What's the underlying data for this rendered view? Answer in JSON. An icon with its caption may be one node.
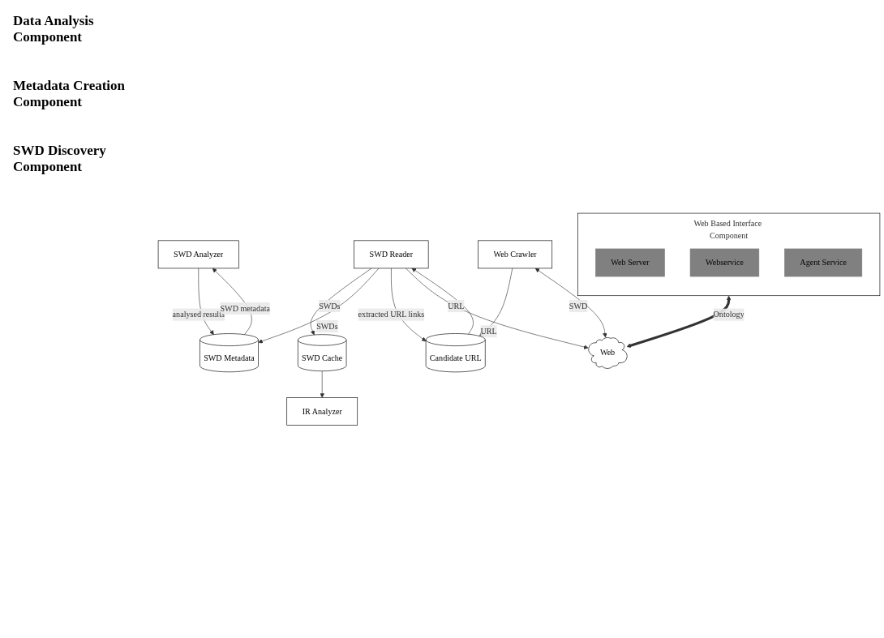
{
  "diagram": {
    "nodes": [
      {
        "text": [
          "IR Analyzer"
        ]
      },
      {
        "text": [
          "SWD Analyzer"
        ]
      },
      {
        "text": [
          "Web Based Interface Component"
        ]
      },
      {
        "text": [
          "Web Server"
        ],
        "in": 2
      },
      {
        "text": [
          "Webservice"
        ],
        "in": 2
      },
      {
        "text": [
          "Agent Service"
        ],
        "in": 2
      },
      {
        "text": [
          "SWD Cache"
        ]
      },
      {
        "text": [
          "SWD Metadata"
        ]
      },
      {
        "text": [
          "SWD Reader"
        ]
      },
      {
        "text": [
          "Candidate URL"
        ]
      },
      {
        "text": [
          "Web"
        ]
      },
      {
        "text": [
          "Web Crawler"
        ]
      }
    ],
    "edges": [
      {
        "from": 6,
        "to": 0,
        "arrow": "to"
      },
      {
        "from": 1,
        "to": 7,
        "arrow": "to",
        "label": "analysed results"
      },
      {
        "from": 7,
        "to": 1,
        "arrow": "to",
        "label": "SWD metadata"
      },
      {
        "from": 8,
        "to": 6,
        "arrow": "to",
        "label": "SWDs"
      },
      {
        "from": 8,
        "to": 7,
        "arrow": "to",
        "label": "SWDs"
      },
      {
        "from": 9,
        "to": 8,
        "arrow": "to",
        "label": "URL"
      },
      {
        "from": 8,
        "to": 9,
        "arrow": "to",
        "label": "extracted URL links"
      },
      {
        "from": 8,
        "to": 10,
        "arrow": "to",
        "label": "URL"
      },
      {
        "from": 11,
        "to": 9,
        "arrow": "to"
      },
      {
        "from": 11,
        "to": 10,
        "arrow": "both",
        "label": "SWD"
      },
      {
        "from": 2,
        "to": 10,
        "arrow": "both",
        "label": "Ontology",
        "style": "thick"
      }
    ],
    "labels": [
      "Data Analysis Component",
      "Metadata Creation Component",
      "SWD Discovery Component"
    ]
  }
}
